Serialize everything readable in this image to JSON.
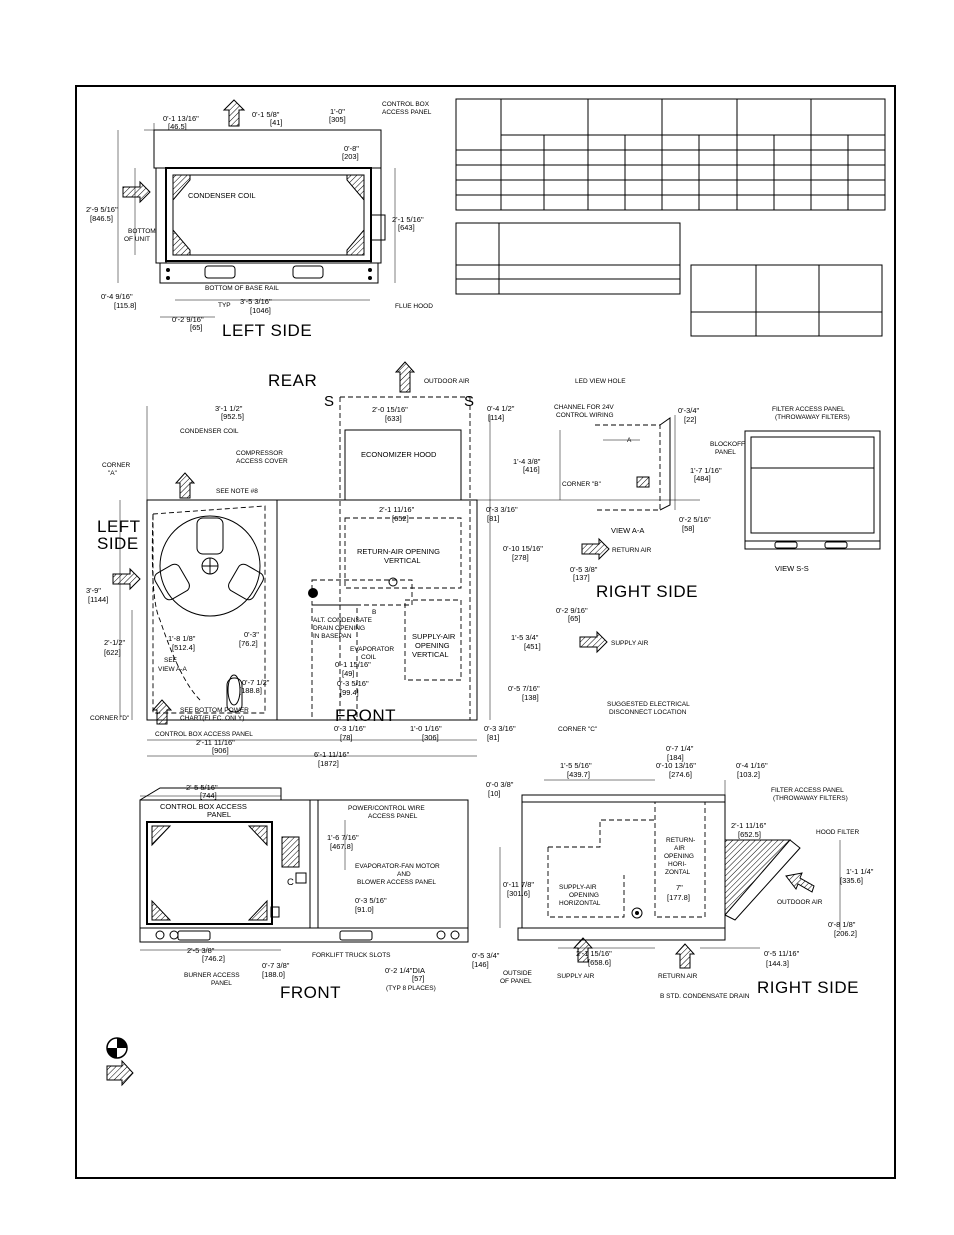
{
  "left_side": {
    "title": "LEFT SIDE",
    "labels": {
      "control_box_access_panel": [
        "CONTROL BOX",
        "ACCESS PANEL"
      ],
      "condenser_coil": "CONDENSER COIL",
      "bottom_of_unit": [
        "BOTTOM",
        "OF UNIT"
      ],
      "bottom_of_base_rail": "BOTTOM OF BASE RAIL",
      "flue_hood": "FLUE HOOD",
      "typ": "TYP"
    },
    "dims": {
      "d1": "0'-1 13/16\"",
      "d1m": "[46.5]",
      "d2": "0'-1 5/8\"",
      "d2m": "[41]",
      "d3": "1'-0\"",
      "d3m": "[305]",
      "d4": "0'-8\"",
      "d4m": "[203]",
      "d5": "2'-9 5/16\"",
      "d5m": "[846.5]",
      "d6": "2'-1 5/16\"",
      "d6m": "[643]",
      "d7": "0'-4 9/16\"",
      "d7m": "[115.8]",
      "d8": "3'-5 3/16\"",
      "d8m": "[1046]",
      "d9": "0'-2 9/16\"",
      "d9m": "[65]"
    }
  },
  "top_view": {
    "rear": "REAR",
    "front": "FRONT",
    "left_side": [
      "LEFT",
      "SIDE"
    ],
    "right_side": "RIGHT SIDE",
    "s_left": "S",
    "s_right": "S",
    "outdoor_air": "OUTDOOR AIR",
    "return_air": "RETURN AIR",
    "supply_air": "SUPPLY AIR",
    "labels": {
      "condenser_coil": "CONDENSER COIL",
      "compressor_access_cover": [
        "COMPRESSOR",
        "ACCESS COVER"
      ],
      "corner_a": [
        "CORNER",
        "\"A\""
      ],
      "see_note": "SEE NOTE #8",
      "economizer_hood": "ECONOMIZER HOOD",
      "corner_b": "CORNER \"B\"",
      "return_air_opening": [
        "RETURN-AIR OPENING",
        "VERTICAL"
      ],
      "alt_condensate": [
        "B",
        "ALT. CONDENSATE",
        "DRAIN OPENING",
        "IN BASEPAN"
      ],
      "evaporator_coil": [
        "EVAPORATOR",
        "COIL"
      ],
      "supply_air_opening": [
        "SUPPLY-AIR",
        "OPENING",
        "VERTICAL"
      ],
      "see_view": [
        "SEE",
        "VIEW A-A"
      ],
      "see_bottom_power": [
        "SEE BOTTOM POWER",
        "CHART(ELEC. ONLY)"
      ],
      "corner_d": "CORNER \"D\"",
      "control_box_access_panel": "CONTROL BOX ACCESS PANEL",
      "corner_c": "CORNER \"C\""
    },
    "dims": {
      "a1": "3'-1 1/2\"",
      "a1m": "[952.5]",
      "a2": "2'-0 15/16\"",
      "a2m": "[633]",
      "a3": "0'-4 1/2\"",
      "a3m": "[114]",
      "a4": "1'-4 3/8\"",
      "a4m": "[416]",
      "a5": "2'-1 11/16\"",
      "a5m": "[652]",
      "a6": "0'-3 3/16\"",
      "a6m": "[81]",
      "a7": "0'-10 15/16\"",
      "a7m": "[278]",
      "a8": "0'-5 3/8\"",
      "a8m": "[137]",
      "a9": "3'-9\"",
      "a9m": "[1144]",
      "a10": "0'-2 9/16\"",
      "a10m": "[65]",
      "a11": "1'-5 3/4\"",
      "a11m": "[451]",
      "a12": "2'-1/2\"",
      "a12m": "[622]",
      "a13": "1'-8 1/8\"",
      "a13m": "[512.4]",
      "a14": "0'-3\"",
      "a14m": "[76.2]",
      "a15": "0'-1 15/16\"",
      "a15m": "[49]",
      "a16": "0'-3 5/16\"",
      "a16m": "[99.4]",
      "a17": "0'-7 1/2\"",
      "a17m": "[188.8]",
      "a18": "0'-5 7/16\"",
      "a18m": "[138]",
      "a19": "2'-11 11/16\"",
      "a19m": "[906]",
      "a20": "0'-3 1/16\"",
      "a20m": "[78]",
      "a21": "1'-0 1/16\"",
      "a21m": "[306]",
      "a22": "0'-3 3/16\"",
      "a22m": "[81]",
      "a23": "6'-1 11/16\"",
      "a23m": "[1872]"
    }
  },
  "view_aa": {
    "title": "VIEW A-A",
    "led_view_hole": "LED VIEW HOLE",
    "channel": [
      "CHANNEL FOR 24V",
      "CONTROL WIRING"
    ],
    "a_mark": "A",
    "dims": {
      "b1": "0'-3/4\"",
      "b1m": "[22]",
      "b2": "1'-7 1/16\"",
      "b2m": "[484]",
      "b3": "0'-2 5/16\"",
      "b3m": "[58]"
    }
  },
  "view_ss": {
    "title": "VIEW S-S",
    "filter_access_panel": [
      "FILTER ACCESS PANEL",
      "(THROWAWAY FILTERS)"
    ],
    "blockoff_panel": [
      "BLOCKOFF",
      "PANEL"
    ]
  },
  "front_view": {
    "title": "FRONT",
    "labels": {
      "control_box_access": [
        "CONTROL BOX ACCESS",
        "PANEL"
      ],
      "power_control": [
        "POWER/CONTROL WIRE",
        "ACCESS PANEL"
      ],
      "evap_fan_motor": [
        "EVAPORATOR-FAN MOTOR",
        "AND",
        "BLOWER ACCESS PANEL"
      ],
      "c_mark": "C",
      "forklift": "FORKLIFT TRUCK SLOTS",
      "burner_access": [
        "BURNER ACCESS",
        "PANEL"
      ],
      "dia": "0'-2 1/4\"DIA",
      "dia_m": "[57]",
      "typ8": "(TYP 8 PLACES)"
    },
    "dims": {
      "c1": "2'-5 5/16\"",
      "c1m": "[744]",
      "c2": "0'-0 3/8\"",
      "c2m": "[10]",
      "c3": "1'-6 7/16\"",
      "c3m": "[467.8]",
      "c4": "0'-3 5/16\"",
      "c4m": "[91.0]",
      "c5": "2'-5 3/8\"",
      "c5m": "[746.2]",
      "c6": "0'-7 3/8\"",
      "c6m": "[188.0]",
      "c7": "0'-5 3/4\"",
      "c7m": "[146]"
    }
  },
  "right_view": {
    "title": "RIGHT SIDE",
    "labels": {
      "suggested": [
        "SUGGESTED ELECTRICAL",
        "DISCONNECT LOCATION"
      ],
      "filter_access": [
        "FILTER ACCESS PANEL",
        "(THROWAWAY FILTERS)"
      ],
      "hood_filter": "HOOD FILTER",
      "return_opening": [
        "RETURN-",
        "AIR",
        "OPENING",
        "HORI-",
        "ZONTAL"
      ],
      "supply_opening": [
        "SUPPLY-AIR",
        "OPENING",
        "HORIZONTAL"
      ],
      "outdoor_air": "OUTDOOR AIR",
      "outside_panel": [
        "OUTSIDE",
        "OF PANEL"
      ],
      "supply_air": "SUPPLY AIR",
      "return_air": "RETURN AIR",
      "b_std": "B STD. CONDENSATE DRAIN"
    },
    "dims": {
      "e1": "1'-5 5/16\"",
      "e1m": "[439.7]",
      "e2": "0'-7 1/4\"",
      "e2m": "[184]",
      "e3": "0'-10 13/16\"",
      "e3m": "[274.6]",
      "e4": "0'-4 1/16\"",
      "e4m": "[103.2]",
      "e5": "2'-1 11/16\"",
      "e5m": "[652.5]",
      "e6": "1'-1 1/4\"",
      "e6m": "[335.6]",
      "e7": "0'-11 7/8\"",
      "e7m": "[301.6]",
      "e8": "7\"",
      "e8m": "[177.8]",
      "e9": "0'-8 1/8\"",
      "e9m": "[206.2]",
      "e10": "2'-1 15/16\"",
      "e10m": "[658.6]",
      "e11": "0'-5 11/16\"",
      "e11m": "[144.3]"
    }
  }
}
